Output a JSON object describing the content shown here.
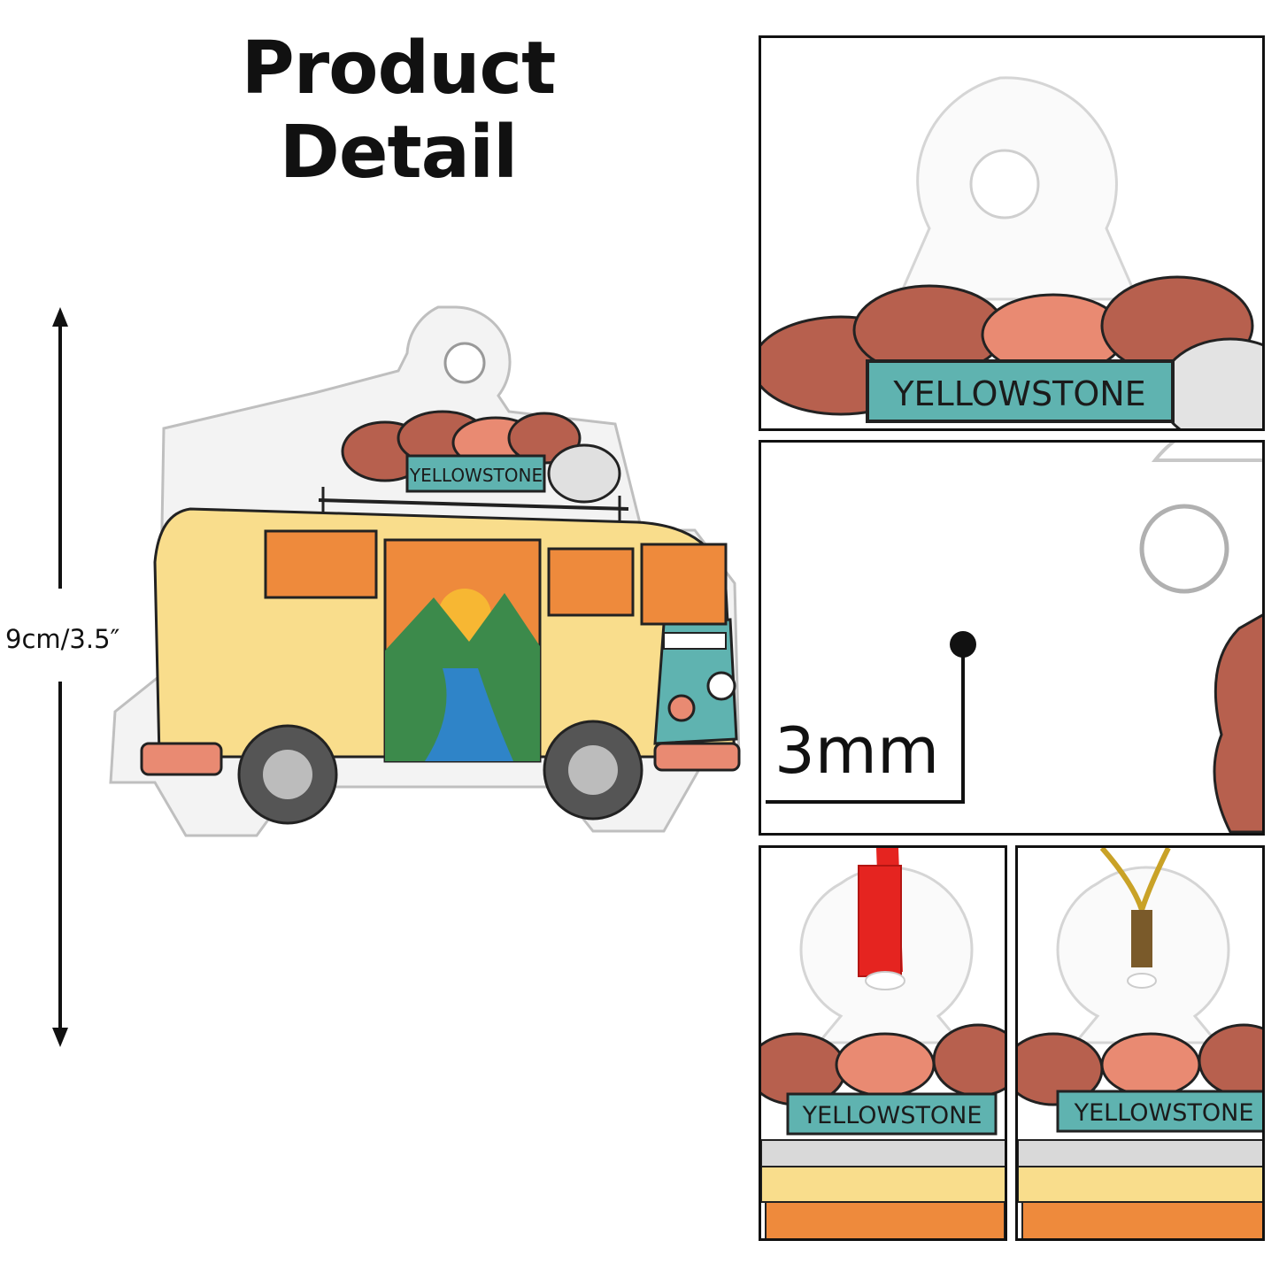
{
  "title": "Product Detail",
  "dimension": {
    "label": "9cm/3.5″"
  },
  "product": {
    "plate_text": "YELLOWSTONE"
  },
  "detail_panels": {
    "thickness_label": "3mm",
    "top_plate_text": "YELLOWSTONE",
    "ribbon_red_plate_text": "YELLOWSTONE",
    "string_gold_plate_text": "YELLOWSTONE"
  },
  "icons": [
    "double-arrow-icon",
    "pointer-line-icon"
  ],
  "colors": {
    "van_body": "#f9dd8c",
    "van_front": "#5fb3b0",
    "luggage": "#b7604e",
    "luggage_light": "#e98a72",
    "sky": "#ee8a3c",
    "sun": "#f7b733",
    "trees": "#3c8a4b",
    "river": "#2f84c8",
    "ribbon_red": "#e52420",
    "string_gold": "#c9a227"
  }
}
